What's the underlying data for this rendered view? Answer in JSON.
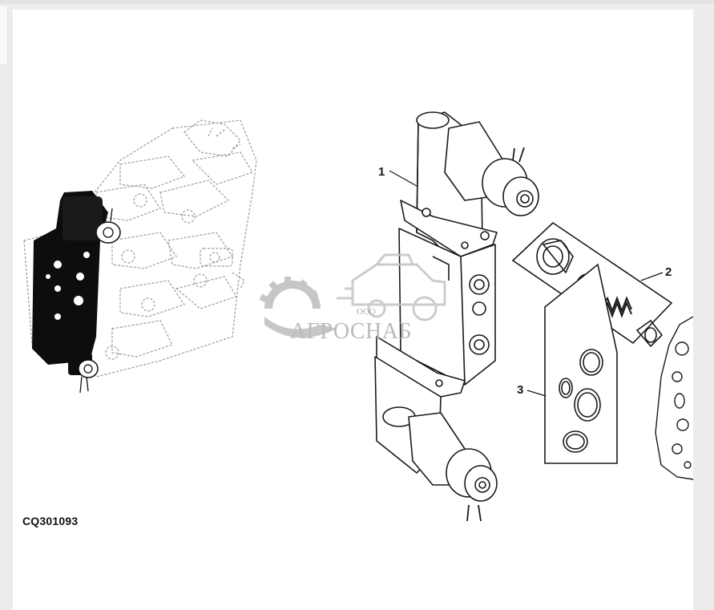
{
  "figure": {
    "code": "CQ301093",
    "callouts": [
      "1",
      "2",
      "3"
    ]
  },
  "watermark": {
    "prefix": "ООО",
    "brand": "АГРОСНАБ"
  },
  "colors": {
    "line": "#1a1a1a",
    "faded": "#9a9a9a",
    "highlight": "#0d0d0d",
    "watermark": "#b8b8b8"
  },
  "icons": [
    "gear-logo-icon",
    "combine-harvester-icon"
  ]
}
